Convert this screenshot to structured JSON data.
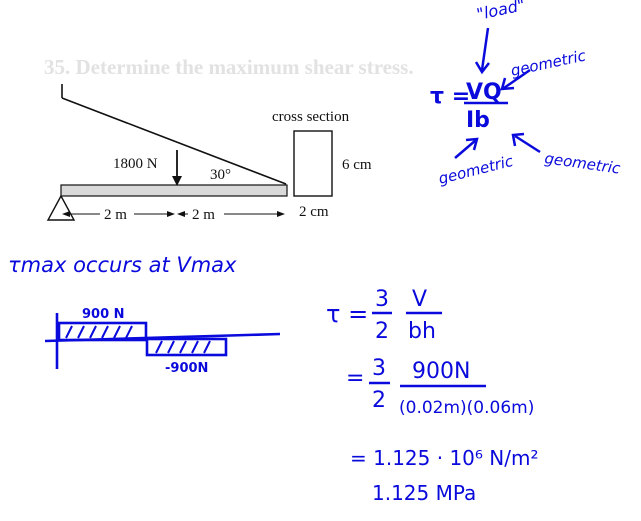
{
  "problem": {
    "title": "35. Determine the maximum shear stress.",
    "cross_section_label": "cross section",
    "height_label": "6 cm",
    "width_label": "2 cm",
    "load_label": "1800 N",
    "angle_label": "30°",
    "dim_left": "2 m",
    "dim_right": "2 m"
  },
  "notes": {
    "formula_tau": "τ =",
    "formula_num": "VQ",
    "formula_den": "Ib",
    "load_note": "\"load\"",
    "geometric_1": "geometric",
    "geometric_2": "geometric",
    "geometric_3": "geometric",
    "tmax_statement": "τmax occurs at Vmax",
    "shear_pos": "900 N",
    "shear_neg": "-900N"
  },
  "solution": {
    "line1_lhs": "τ =",
    "line1_frac_num": "3",
    "line1_frac_den": "2",
    "line1_v": "V",
    "line1_bh": "bh",
    "line2_eq": "=",
    "line2_frac_num": "3",
    "line2_frac_den": "2",
    "line2_num": "900N",
    "line2_den": "(0.02m)(0.06m)",
    "line3": "= 1.125 · 10⁶ N/m²",
    "line4": "1.125 MPa"
  },
  "colors": {
    "ink": "#0a0adc",
    "title_faded": "#e2e2e2",
    "beam_fill": "#d9d9d9",
    "black": "#111111"
  }
}
